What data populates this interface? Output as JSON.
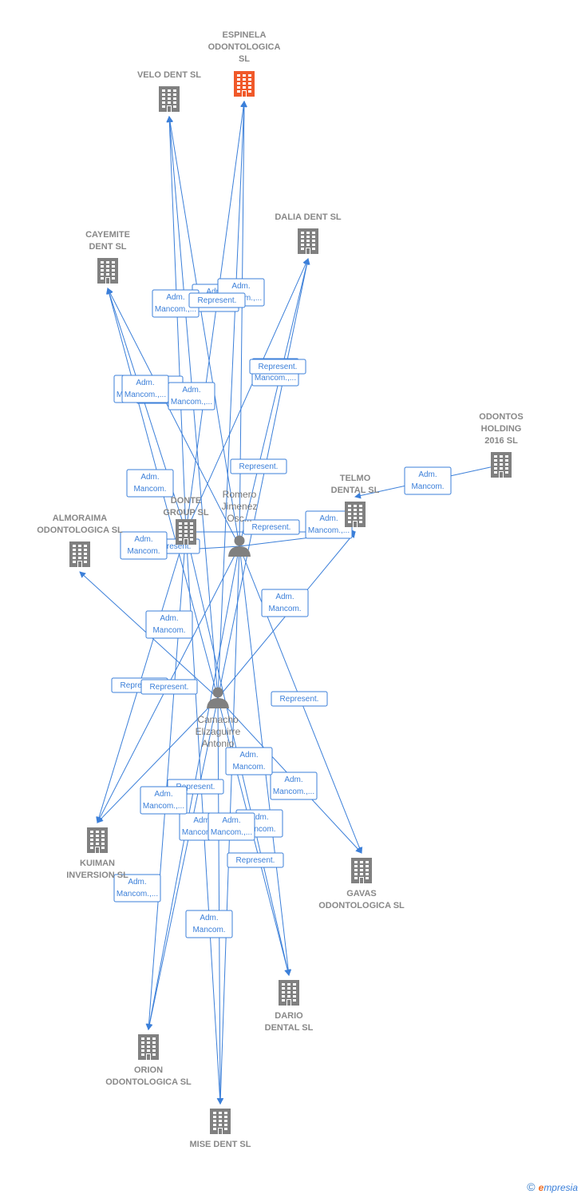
{
  "colors": {
    "edge": "#3b7fd9",
    "company": "#808080",
    "highlight": "#f0592a",
    "person": "#808080"
  },
  "companies": [
    {
      "id": "espinela",
      "lines": [
        "ESPINELA",
        "ODONTOLOGICA",
        "SL"
      ],
      "highlight": true
    },
    {
      "id": "velo",
      "lines": [
        "VELO DENT SL"
      ]
    },
    {
      "id": "dalia",
      "lines": [
        "DALIA DENT SL"
      ]
    },
    {
      "id": "cayemite",
      "lines": [
        "CAYEMITE",
        "DENT SL"
      ]
    },
    {
      "id": "odontos",
      "lines": [
        "ODONTOS",
        "HOLDING",
        "2016  SL"
      ]
    },
    {
      "id": "telmo",
      "lines": [
        "TELMO",
        "DENTAL SL"
      ]
    },
    {
      "id": "donte",
      "lines": [
        "DONTE",
        "GROUP  SL"
      ]
    },
    {
      "id": "almoraima",
      "lines": [
        "ALMORAIMA",
        "ODONTOLOGICA SL"
      ]
    },
    {
      "id": "kuiman",
      "lines": [
        "KUIMAN",
        "INVERSION SL"
      ]
    },
    {
      "id": "gavas",
      "lines": [
        "GAVAS",
        "ODONTOLOGICA SL"
      ]
    },
    {
      "id": "dario",
      "lines": [
        "DARIO",
        "DENTAL SL"
      ]
    },
    {
      "id": "orion",
      "lines": [
        "ORION",
        "ODONTOLOGICA SL"
      ]
    },
    {
      "id": "mise",
      "lines": [
        "MISE DENT SL"
      ]
    }
  ],
  "persons": [
    {
      "id": "romero",
      "lines": [
        "Romero",
        "Jimenez",
        "Osc..."
      ]
    },
    {
      "id": "camacho",
      "lines": [
        "Camacho",
        "Elizaguirre",
        "Antonio"
      ]
    }
  ],
  "edges": [
    {
      "from": "romero",
      "to": "espinela",
      "label": [
        "Adm.",
        "Mancom.,..."
      ]
    },
    {
      "from": "romero",
      "to": "velo",
      "label": [
        "Adm.",
        "Mancom.,..."
      ]
    },
    {
      "from": "romero",
      "to": "dalia",
      "label": [
        "Adm.",
        "Mancom.,..."
      ]
    },
    {
      "from": "romero",
      "to": "cayemite",
      "label": [
        "Adm.",
        "Mancom.,..."
      ]
    },
    {
      "from": "romero",
      "to": "telmo",
      "label": [
        "Adm.",
        "Mancom.,..."
      ]
    },
    {
      "from": "romero",
      "to": "donte",
      "label": [
        "Represent."
      ]
    },
    {
      "from": "romero",
      "to": "gavas",
      "label": [
        "Represent."
      ]
    },
    {
      "from": "romero",
      "to": "kuiman",
      "label": [
        "Adm.",
        "Mancom."
      ]
    },
    {
      "from": "romero",
      "to": "orion",
      "label": [
        "Adm.",
        "Mancom."
      ]
    },
    {
      "from": "romero",
      "to": "mise",
      "label": [
        "Adm.",
        "Mancom.,..."
      ]
    },
    {
      "from": "romero",
      "to": "dario",
      "label": [
        "Adm.",
        "Mancom."
      ]
    },
    {
      "from": "camacho",
      "to": "espinela",
      "label": [
        "Represent."
      ]
    },
    {
      "from": "camacho",
      "to": "velo",
      "label": [
        "Adm.",
        "Mancom.,..."
      ]
    },
    {
      "from": "camacho",
      "to": "dalia",
      "label": [
        "Represent."
      ]
    },
    {
      "from": "camacho",
      "to": "cayemite",
      "label": [
        "Represent."
      ]
    },
    {
      "from": "camacho",
      "to": "almoraima",
      "label": [
        "Adm.",
        "Mancom."
      ]
    },
    {
      "from": "camacho",
      "to": "telmo",
      "label": [
        "Adm.",
        "Mancom."
      ]
    },
    {
      "from": "camacho",
      "to": "gavas",
      "label": [
        "Adm.",
        "Mancom."
      ]
    },
    {
      "from": "camacho",
      "to": "kuiman",
      "label": [
        "Adm.",
        "Mancom.,..."
      ]
    },
    {
      "from": "camacho",
      "to": "dario",
      "label": [
        "Represent."
      ]
    },
    {
      "from": "camacho",
      "to": "orion",
      "label": [
        "Adm.",
        "Mancom."
      ]
    },
    {
      "from": "camacho",
      "to": "mise",
      "label": [
        "Adm.",
        "Mancom."
      ]
    },
    {
      "from": "odontos",
      "to": "telmo",
      "label": [
        "Represent."
      ]
    },
    {
      "from": "donte",
      "to": "espinela",
      "label": [
        "Adm.",
        "Mancom.,..."
      ]
    },
    {
      "from": "donte",
      "to": "velo",
      "label": [
        "Adm.",
        "Mancom."
      ]
    },
    {
      "from": "donte",
      "to": "dalia",
      "label": [
        "Adm.",
        "Mancom.,..."
      ]
    },
    {
      "from": "donte",
      "to": "cayemite",
      "label": [
        "Adm.",
        "Mancom.,..."
      ]
    },
    {
      "from": "donte",
      "to": "telmo",
      "label": [
        "Represent."
      ]
    },
    {
      "from": "donte",
      "to": "kuiman",
      "label": [
        "Adm.",
        "Mancom.,..."
      ]
    },
    {
      "from": "donte",
      "to": "orion",
      "label": [
        "Represent."
      ]
    },
    {
      "from": "donte",
      "to": "mise",
      "label": [
        "Adm.",
        "Mancom.,..."
      ]
    },
    {
      "from": "donte",
      "to": "dario",
      "label": [
        "Represent."
      ]
    }
  ],
  "footer": {
    "copyright": "©",
    "brand_first": "e",
    "brand_rest": "mpresia"
  }
}
